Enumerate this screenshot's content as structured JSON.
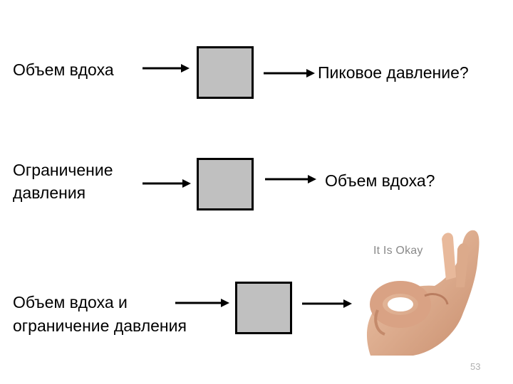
{
  "rows": [
    {
      "input": "Объем вдоха",
      "output": "Пиковое давление?"
    },
    {
      "input_line1": "Ограничение",
      "input_line2": "давления",
      "output": "Объем вдоха?"
    },
    {
      "input_line1": "Объем вдоха и",
      "input_line2": "ограничение давления"
    }
  ],
  "image": {
    "caption": "It Is Okay",
    "icon": "ok-hand-gesture"
  },
  "page_number": "53",
  "colors": {
    "box_fill": "#c0c0c0",
    "box_border": "#000000",
    "arrow": "#000000"
  }
}
